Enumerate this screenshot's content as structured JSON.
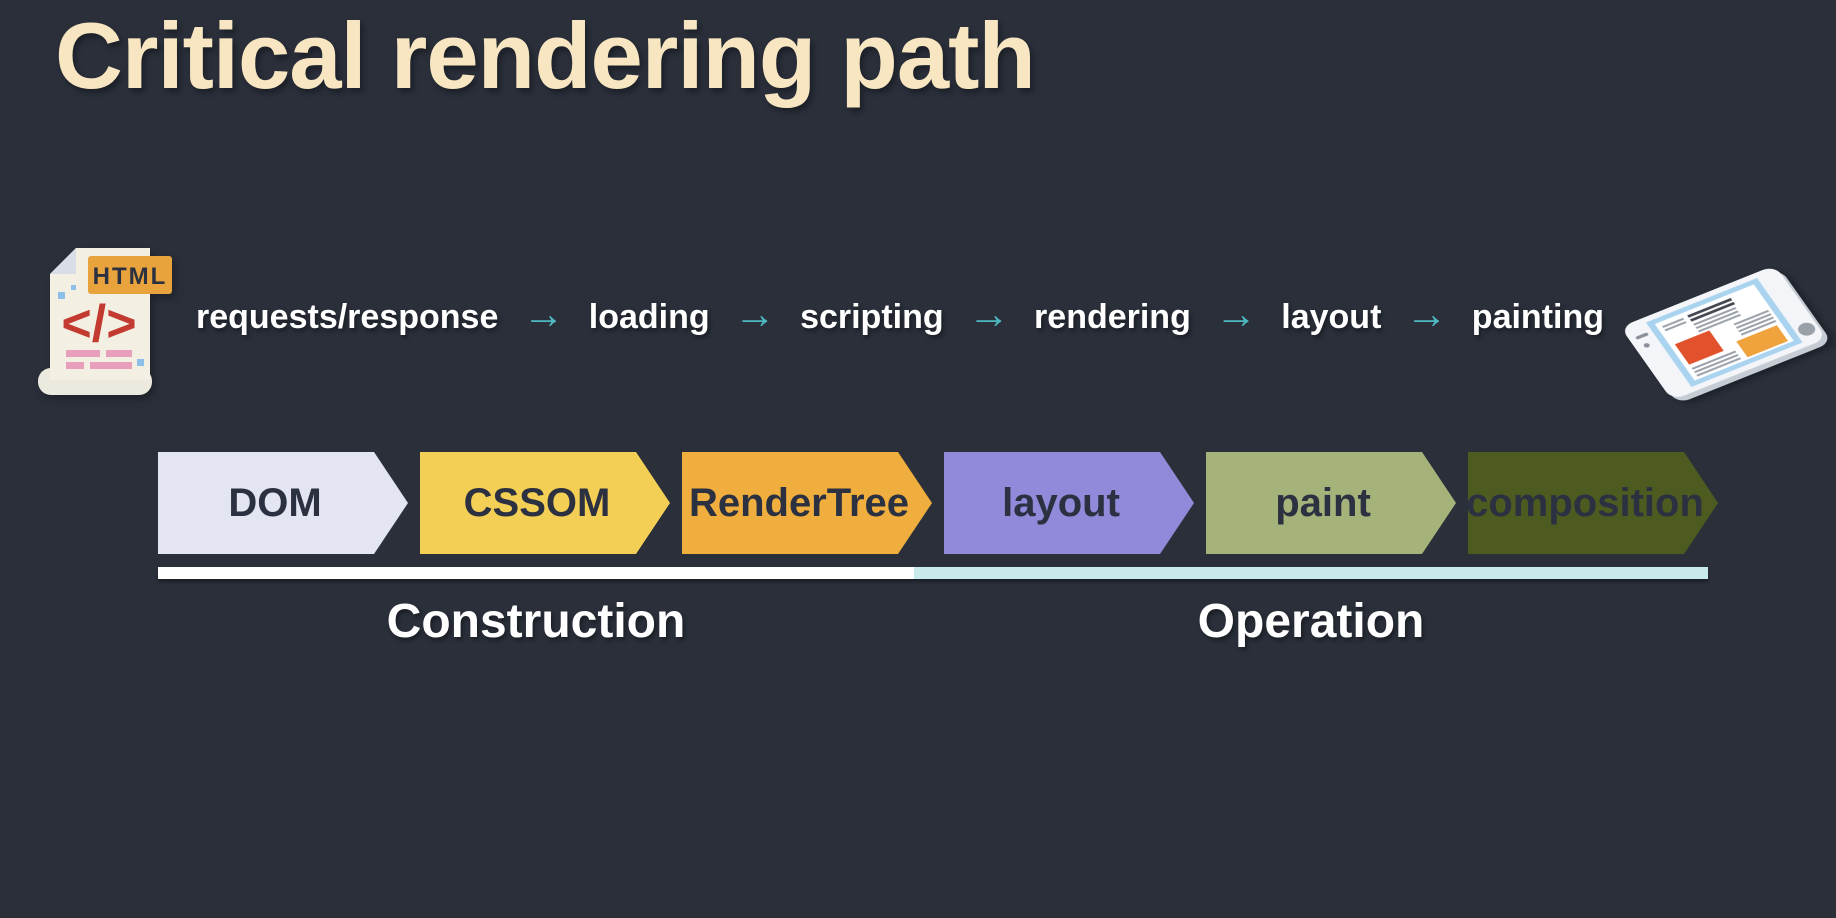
{
  "title": "Critical rendering path",
  "flow": {
    "steps": [
      "requests/response",
      "loading",
      "scripting",
      "rendering",
      "layout",
      "painting"
    ],
    "arrow_glyph": "→"
  },
  "html_icon": {
    "badge_label": "HTML",
    "code_glyph": "</>",
    "badge_color": "#e8a33d",
    "paper_color": "#f3f0e3",
    "code_color": "#c23a30",
    "text_line_color": "#e79fbc",
    "dot_color": "#8cc0e8"
  },
  "device_icon": {
    "body_color": "#f3f5f8",
    "screen_color": "#a9d3ef",
    "page_color": "#ffffff",
    "red_block_color": "#e0512c",
    "orange_block_color": "#f0a23c"
  },
  "pipeline": {
    "stages": [
      {
        "label": "DOM",
        "color": "#e3e6f2"
      },
      {
        "label": "CSSOM",
        "color": "#f4cf55"
      },
      {
        "label": "RenderTree",
        "color": "#f0ae3e"
      },
      {
        "label": "layout",
        "color": "#9189d9"
      },
      {
        "label": "paint",
        "color": "#a5b279"
      },
      {
        "label": "composition",
        "color": "#4e5b20"
      }
    ]
  },
  "timeline": {
    "construction_label": "Construction",
    "operation_label": "Operation"
  },
  "colors": {
    "background": "#2a2f3a",
    "title": "#f7e6c1",
    "flow_text": "#ffffff",
    "arrow": "#4fb9c2",
    "stage_text": "#2b3140",
    "construction_line": "#ffffff",
    "operation_line": "#c9eaea"
  }
}
